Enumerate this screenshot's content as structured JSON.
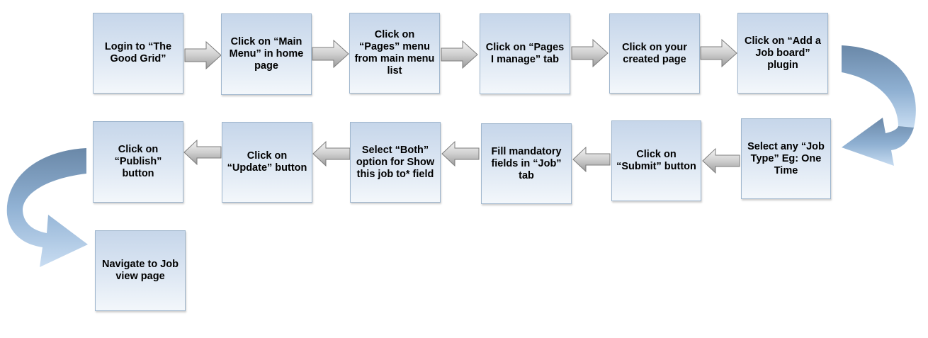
{
  "steps": [
    "Login to “The Good Grid”",
    "Click on “Main Menu” in home page",
    "Click on “Pages” menu from main menu list",
    "Click on “Pages I manage” tab",
    "Click on your created page",
    "Click on “Add a Job board” plugin",
    "Select any “Job Type” Eg: One Time",
    "Click on “Submit” button",
    "Fill mandatory fields in “Job” tab",
    "Select “Both” option for Show this job to* field",
    "Click on “Update” button",
    "Click on “Publish” button",
    "Navigate to Job view page"
  ]
}
